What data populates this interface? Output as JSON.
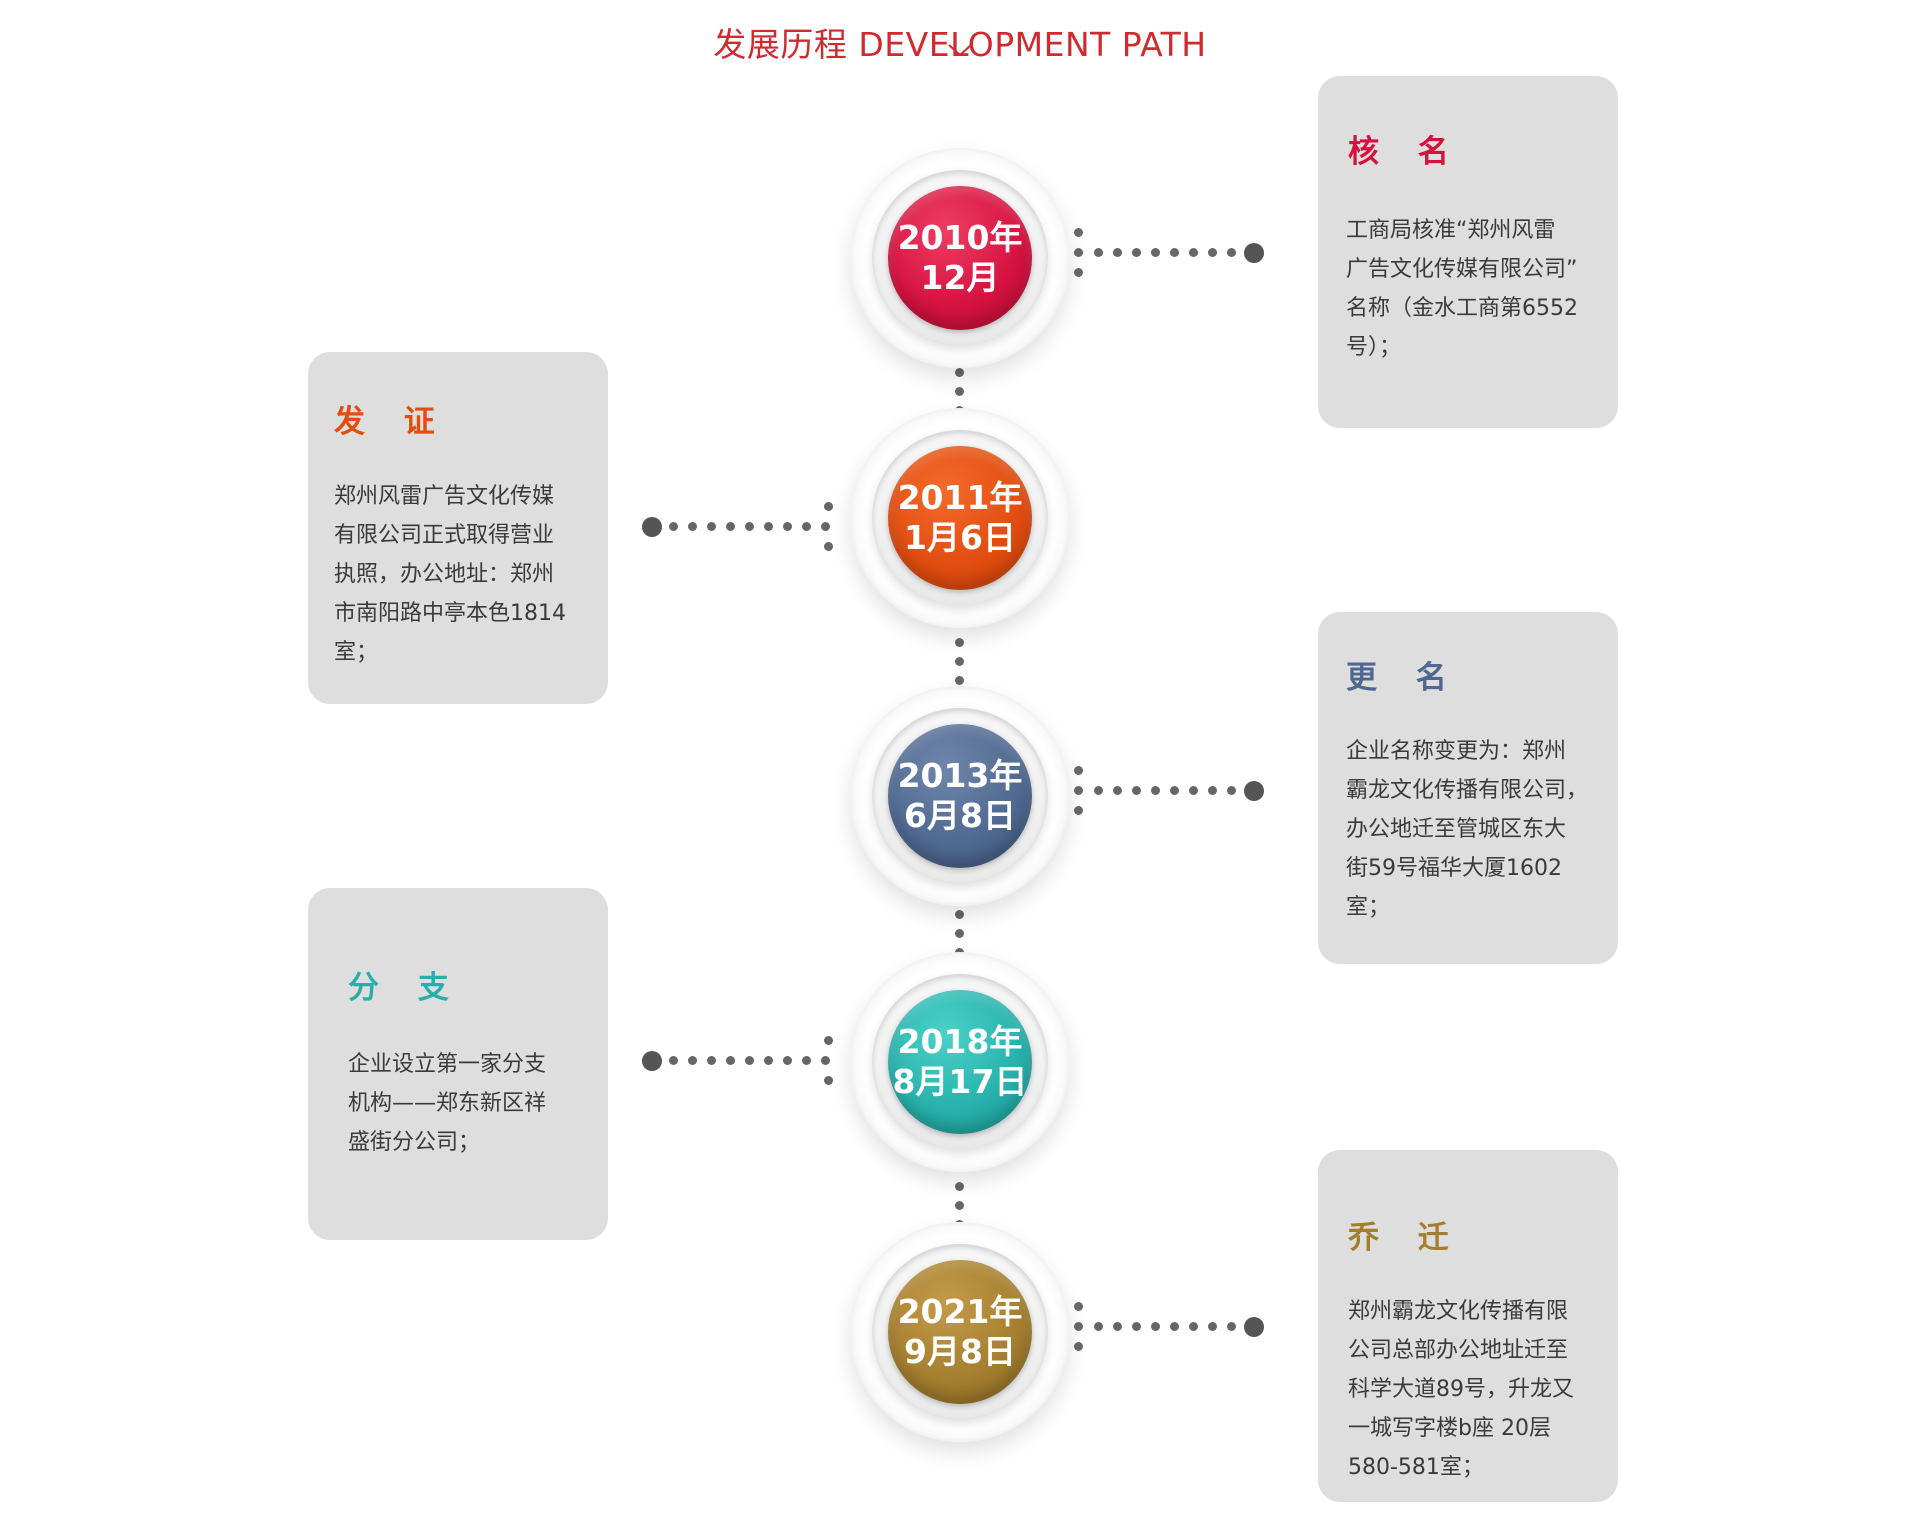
{
  "header": {
    "title": "发展历程 DEVELOPMENT PATH",
    "accent_color": "#d02a2e",
    "chevron_icon": "chevron-down-icon"
  },
  "milestones": [
    {
      "year": "2010年",
      "date": "12月",
      "color": "#d4113f",
      "side": "right",
      "title": "核 名",
      "title_color": "#d4113f",
      "text": "工商局核准“郑州风雷\n广告文化传媒有限公司”\n名称（金水工商第6552\n号）；"
    },
    {
      "year": "2011年",
      "date": "1月6日",
      "color": "#e14c0f",
      "side": "left",
      "title": "发 证",
      "title_color": "#e14c0f",
      "text": "郑州风雷广告文化传媒\n有限公司正式取得营业\n执照，办公地址：郑州\n市南阳路中亭本色1814\n室；"
    },
    {
      "year": "2013年",
      "date": "6月8日",
      "color": "#4e6890",
      "side": "right",
      "title": "更 名",
      "title_color": "#4e6890",
      "text": "企业名称变更为：郑州\n霸龙文化传播有限公司，\n办公地迁至管城区东大\n街59号福华大厦1602\n室；"
    },
    {
      "year": "2018年",
      "date": "8月17日",
      "color": "#27b0ab",
      "side": "left",
      "title": "分 支",
      "title_color": "#27b0ab",
      "text": "企业设立第一家分支\n机构——郑东新区祥\n盛街分公司；"
    },
    {
      "year": "2021年",
      "date": "9月8日",
      "color": "#a47e2e",
      "side": "right",
      "title": "乔 迁",
      "title_color": "#a47e2e",
      "text": "郑州霸龙文化传播有限\n公司总部办公地址迁至\n科学大道89号，升龙又\n一城写字楼b座 20层\n580-581室；"
    }
  ]
}
